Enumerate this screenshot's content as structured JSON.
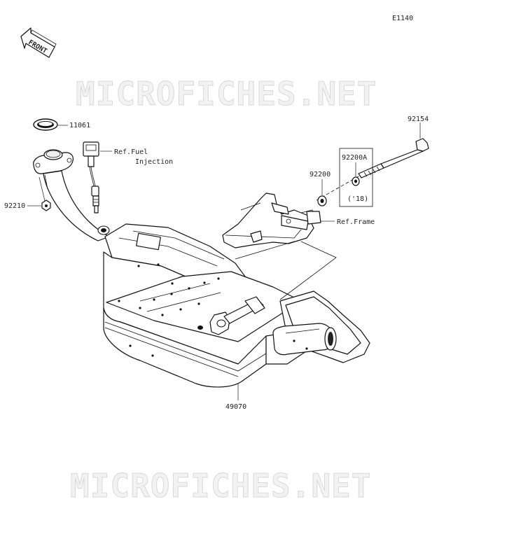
{
  "diagram": {
    "code": "E1140",
    "front_label": "FRONT",
    "watermark": "MICROFICHES.NET",
    "parts": {
      "gasket": "11061",
      "nut": "92210",
      "bolt": "92154",
      "washer": "92200",
      "washer_alt": "92200A",
      "washer_alt_note": "('18)",
      "muffler": "49070"
    },
    "refs": {
      "fuel_line1": "Ref.Fuel",
      "fuel_line2": "Injection",
      "frame": "Ref.Frame"
    }
  }
}
